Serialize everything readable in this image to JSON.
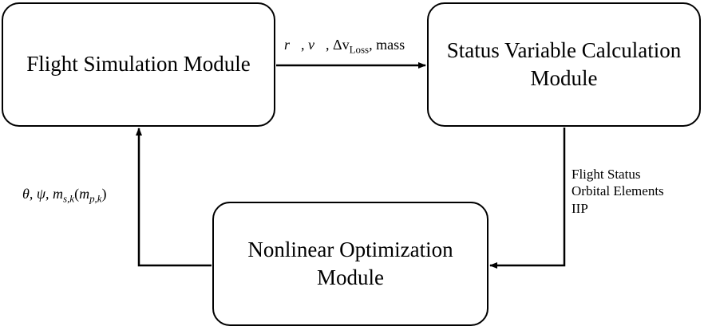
{
  "boxes": {
    "flight": {
      "lines": [
        "Flight Simulation Module"
      ]
    },
    "status": {
      "lines": [
        "Status Variable Calculation",
        "Module"
      ]
    },
    "nonlinear": {
      "lines": [
        "Nonlinear Optimization",
        "Module"
      ]
    }
  },
  "edges": {
    "flight_to_status": {
      "label": {
        "r": "r⃗",
        "v": "v⃗",
        "dv": "Δv",
        "dv_sub": "Loss",
        "mass": "mass"
      }
    },
    "status_to_nonlinear": {
      "labels": [
        "Flight Status",
        "Orbital Elements",
        "IIP"
      ]
    },
    "nonlinear_to_flight": {
      "label": {
        "theta": "θ",
        "psi": "ψ",
        "ms": "m",
        "ms_sub": "s,k",
        "mp": "m",
        "mp_sub": "p,k"
      }
    }
  }
}
